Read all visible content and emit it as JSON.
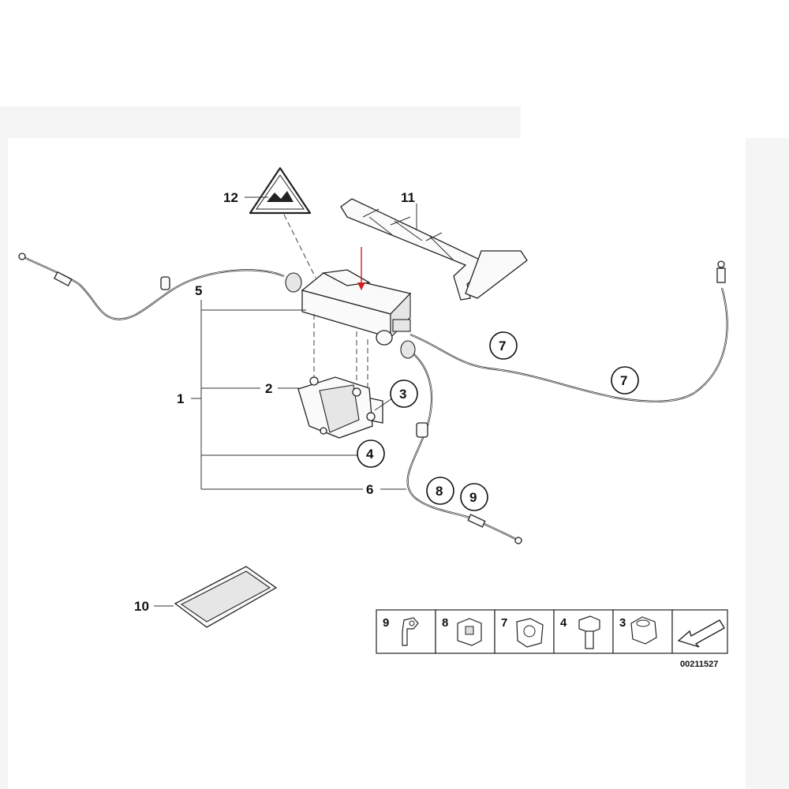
{
  "diagram": {
    "callouts": {
      "c1": "1",
      "c2": "2",
      "c3": "3",
      "c4": "4",
      "c5": "5",
      "c6": "6",
      "c7a": "7",
      "c7b": "7",
      "c8": "8",
      "c9": "9",
      "c10": "10",
      "c11": "11",
      "c12": "12"
    },
    "legend": {
      "items": [
        {
          "num": "9",
          "icon": "cable-clip-icon"
        },
        {
          "num": "8",
          "icon": "holder-clip-icon"
        },
        {
          "num": "7",
          "icon": "cable-clamp-icon"
        },
        {
          "num": "4",
          "icon": "hex-bolt-icon"
        },
        {
          "num": "3",
          "icon": "hex-nut-icon"
        }
      ],
      "arrow_icon": "direction-arrow-icon"
    },
    "diagram_code": "00211527",
    "colors": {
      "highlight_arrow": "#d22020",
      "line": "#222222",
      "background_frame": "#f5f5f5"
    }
  }
}
